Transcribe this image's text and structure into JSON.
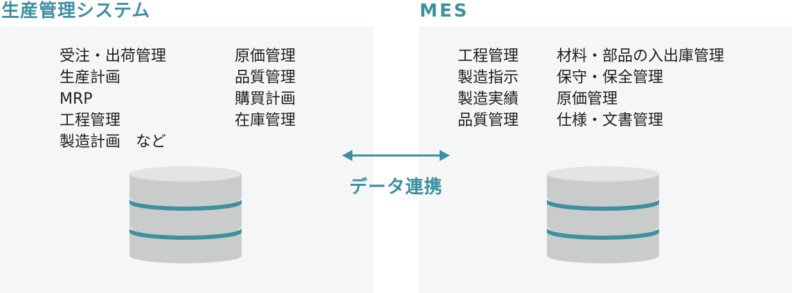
{
  "colors": {
    "accent": "#3e8fa0",
    "panel": "#f5f6f6",
    "cylinder": "#c9cccb",
    "cylinder_band": "#3e8fa0"
  },
  "left": {
    "title": "生産管理システム",
    "col1": [
      "受注・出荷管理",
      "生産計画",
      "MRP",
      "工程管理",
      "製造計画　など"
    ],
    "col2": [
      "原価管理",
      "品質管理",
      "購買計画",
      "在庫管理"
    ]
  },
  "right": {
    "title": "MES",
    "col1": [
      "工程管理",
      "製造指示",
      "製造実績",
      "品質管理"
    ],
    "col2": [
      "材料・部品の入出庫管理",
      "保守・保全管理",
      "原価管理",
      "仕様・文書管理"
    ]
  },
  "link": {
    "label": "データ連携",
    "icon": "double-arrow-icon"
  },
  "databases": [
    "database-icon",
    "database-icon"
  ]
}
